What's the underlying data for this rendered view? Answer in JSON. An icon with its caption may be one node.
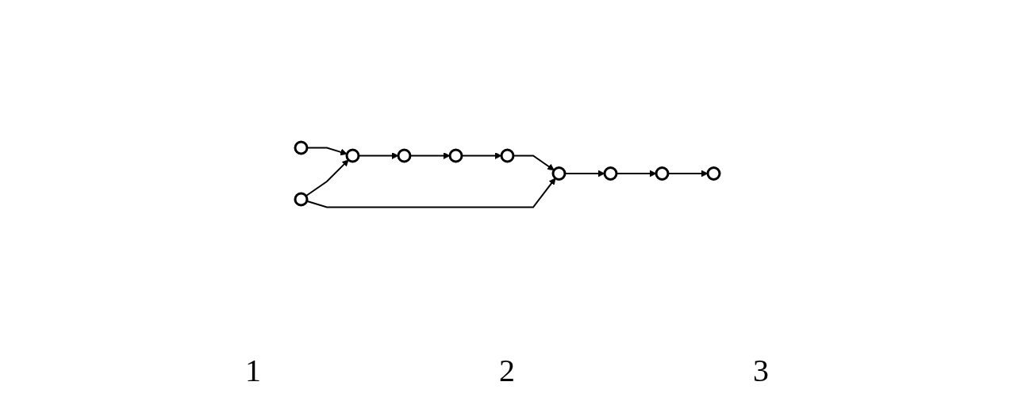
{
  "diagram": {
    "nodes": [
      {
        "text": [],
        "shape": "circle"
      },
      {
        "text": [],
        "shape": "circle"
      },
      {
        "text": [],
        "shape": "circle"
      },
      {
        "text": [],
        "shape": "circle"
      },
      {
        "text": [],
        "shape": "circle"
      },
      {
        "text": [],
        "shape": "circle"
      },
      {
        "text": [],
        "shape": "circle"
      },
      {
        "text": [],
        "shape": "circle"
      },
      {
        "text": [],
        "shape": "circle"
      },
      {
        "text": [],
        "shape": "circle"
      }
    ],
    "edges": [
      {
        "from": 0,
        "to": 1,
        "arrow": "to"
      },
      {
        "from": 1,
        "to": 2,
        "arrow": "to"
      },
      {
        "from": 2,
        "to": 3,
        "arrow": "to"
      },
      {
        "from": 3,
        "to": 4,
        "arrow": "to"
      },
      {
        "from": 4,
        "to": 5,
        "arrow": "to"
      },
      {
        "from": 6,
        "to": 1,
        "arrow": "to"
      },
      {
        "from": 6,
        "to": 5,
        "arrow": "to"
      },
      {
        "from": 5,
        "to": 9,
        "arrow": "to"
      },
      {
        "from": 9,
        "to": 8,
        "arrow": "to"
      },
      {
        "from": 8,
        "to": 7,
        "arrow": "to"
      }
    ],
    "labels": [
      "1",
      "2",
      "3"
    ]
  }
}
